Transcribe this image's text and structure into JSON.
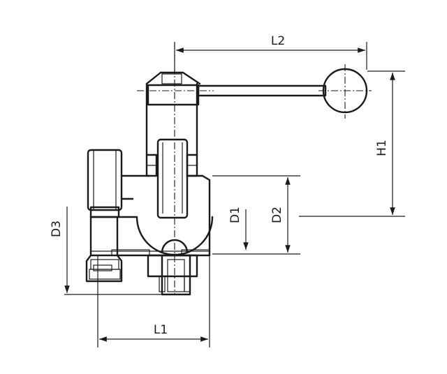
{
  "dimensions": {
    "l1": "L1",
    "l2": "L2",
    "h1": "H1",
    "d1": "D1",
    "d2": "D2",
    "d3": "D3"
  },
  "colors": {
    "line": "#1a1a1a",
    "background": "#ffffff"
  }
}
